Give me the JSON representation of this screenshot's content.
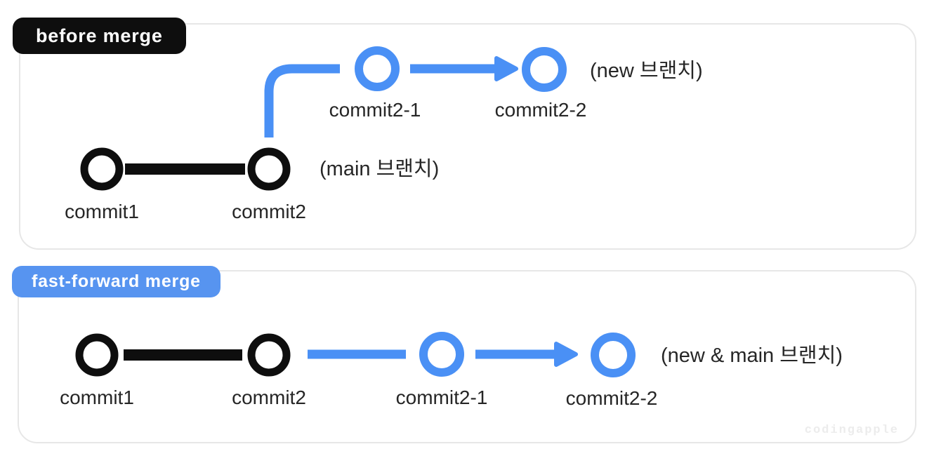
{
  "colors": {
    "blue": "#4a90f5",
    "badge-blue": "#5794f0",
    "black": "#0e0e0e",
    "panel-border": "#e7e7e7",
    "label": "#262626",
    "watermark": "#ececec"
  },
  "panel1": {
    "badge": "before merge",
    "commit1": "commit1",
    "commit2": "commit2",
    "commit2_1": "commit2-1",
    "commit2_2": "commit2-2",
    "main_branch_note": "(main 브랜치)",
    "new_branch_note": "(new 브랜치)"
  },
  "panel2": {
    "badge": "fast-forward merge",
    "commit1": "commit1",
    "commit2": "commit2",
    "commit2_1": "commit2-1",
    "commit2_2": "commit2-2",
    "branch_note": "(new & main 브랜치)",
    "watermark": "codingapple"
  }
}
